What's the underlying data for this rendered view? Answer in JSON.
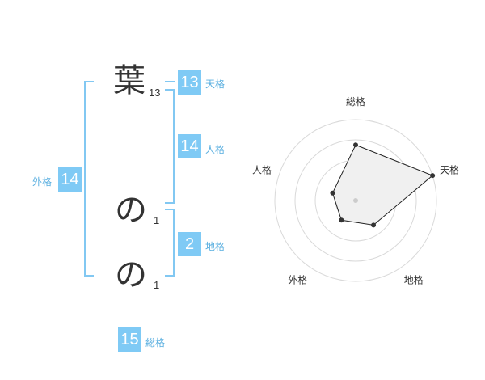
{
  "characters": [
    {
      "char": "葉",
      "strokes": "13"
    },
    {
      "char": "の",
      "strokes": "1"
    },
    {
      "char": "の",
      "strokes": "1"
    }
  ],
  "fortunes": {
    "tenkaku": {
      "label": "天格",
      "value": "13"
    },
    "jinkaku": {
      "label": "人格",
      "value": "14"
    },
    "chikaku": {
      "label": "地格",
      "value": "2"
    },
    "gaikaku": {
      "label": "外格",
      "value": "14"
    },
    "soukaku": {
      "label": "総格",
      "value": "15"
    }
  },
  "colors": {
    "accent": "#7fcaf5",
    "bracket": "#82c8f2",
    "text": "#333333"
  },
  "chart_data": {
    "type": "radar",
    "axes": [
      "総格",
      "天格",
      "地格",
      "外格",
      "人格"
    ],
    "rings": 4,
    "values": [
      2.75,
      4,
      1.5,
      1.2,
      1.2
    ],
    "max": 4
  }
}
